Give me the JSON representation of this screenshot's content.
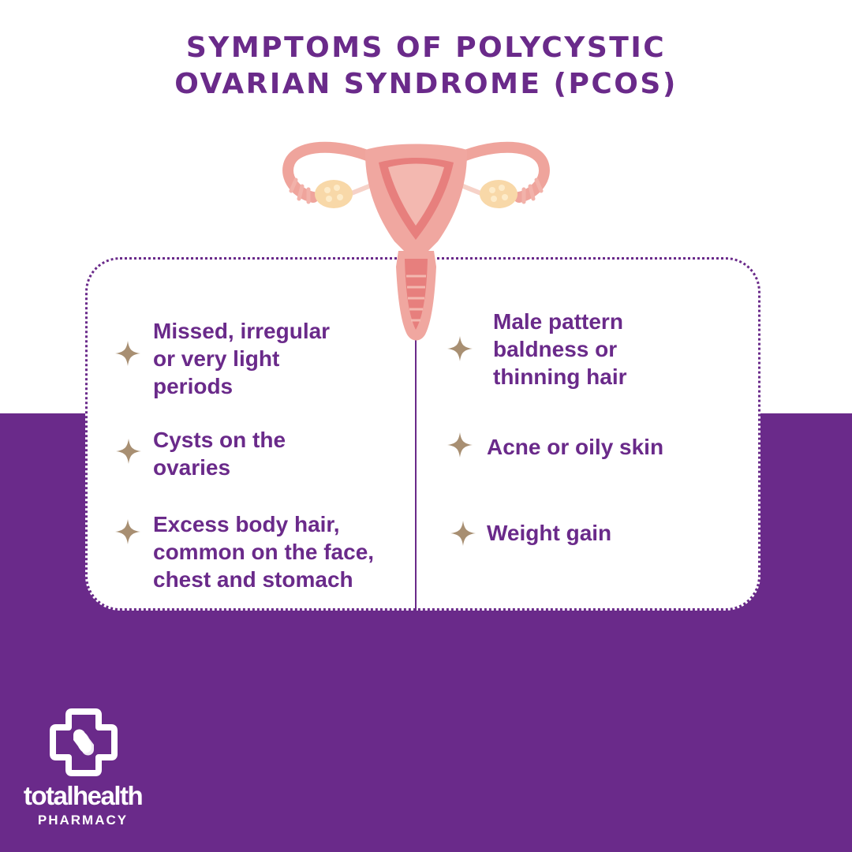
{
  "title": {
    "line1": "SYMPTOMS OF POLYCYSTIC",
    "line2": "OVARIAN SYNDROME (PCOS)"
  },
  "symptoms_left": [
    {
      "text": "Missed, irregular\nor very light\nperiods",
      "icon": "sparkle-icon"
    },
    {
      "text": "Cysts on the\novaries",
      "icon": "sparkle-icon"
    },
    {
      "text": "Excess body hair,\ncommon on the face,\nchest and stomach",
      "icon": "sparkle-icon"
    }
  ],
  "symptoms_right": [
    {
      "text": "Male pattern\nbaldness or\nthinning hair",
      "icon": "sparkle-icon"
    },
    {
      "text": "Acne or oily skin",
      "icon": "sparkle-icon"
    },
    {
      "text": "Weight gain",
      "icon": "sparkle-icon"
    }
  ],
  "brand": {
    "name": "totalhealth",
    "subtitle": "PHARMACY",
    "logo_icon": "pharmacy-cross-icon"
  },
  "colors": {
    "brand_purple": "#6a2a8a",
    "sparkle": "#a88f72",
    "uterus_pink": "#f0a7a0",
    "background": "#ffffff"
  }
}
